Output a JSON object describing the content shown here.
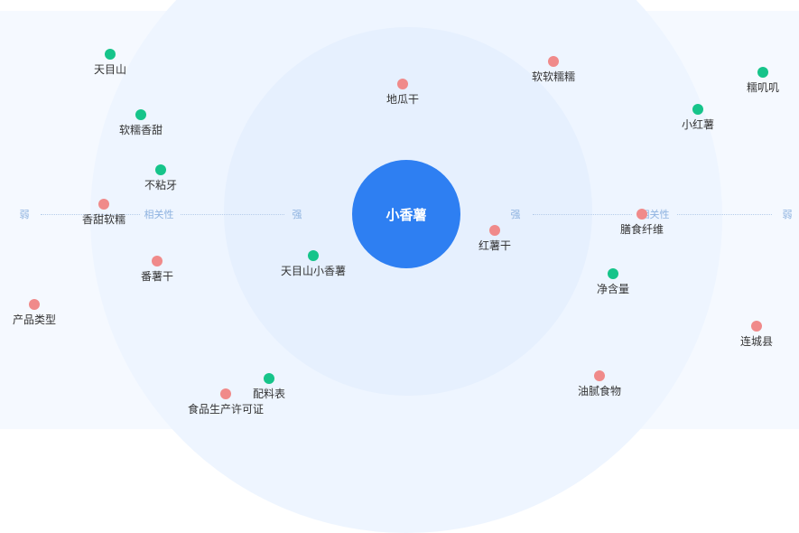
{
  "center": {
    "label": "小香薯"
  },
  "axis": {
    "weak_left": "弱",
    "relevance_left": "相关性",
    "strong_left": "强",
    "strong_right": "强",
    "relevance_right": "相关性",
    "weak_right": "弱"
  },
  "colors": {
    "green": "#16c48a",
    "pink": "#f08a8a",
    "center": "#2e7ff2"
  },
  "nodes": [
    {
      "label": "天目山",
      "color": "green"
    },
    {
      "label": "软糯香甜",
      "color": "green"
    },
    {
      "label": "不粘牙",
      "color": "green"
    },
    {
      "label": "香甜软糯",
      "color": "pink"
    },
    {
      "label": "番薯干",
      "color": "pink"
    },
    {
      "label": "产品类型",
      "color": "pink"
    },
    {
      "label": "食品生产许可证",
      "color": "pink"
    },
    {
      "label": "配料表",
      "color": "green"
    },
    {
      "label": "天目山小香薯",
      "color": "green"
    },
    {
      "label": "地瓜干",
      "color": "pink"
    },
    {
      "label": "软软糯糯",
      "color": "pink"
    },
    {
      "label": "糯叽叽",
      "color": "green"
    },
    {
      "label": "小红薯",
      "color": "green"
    },
    {
      "label": "红薯干",
      "color": "pink"
    },
    {
      "label": "膳食纤维",
      "color": "pink"
    },
    {
      "label": "净含量",
      "color": "green"
    },
    {
      "label": "连城县",
      "color": "pink"
    },
    {
      "label": "油腻食物",
      "color": "pink"
    }
  ]
}
